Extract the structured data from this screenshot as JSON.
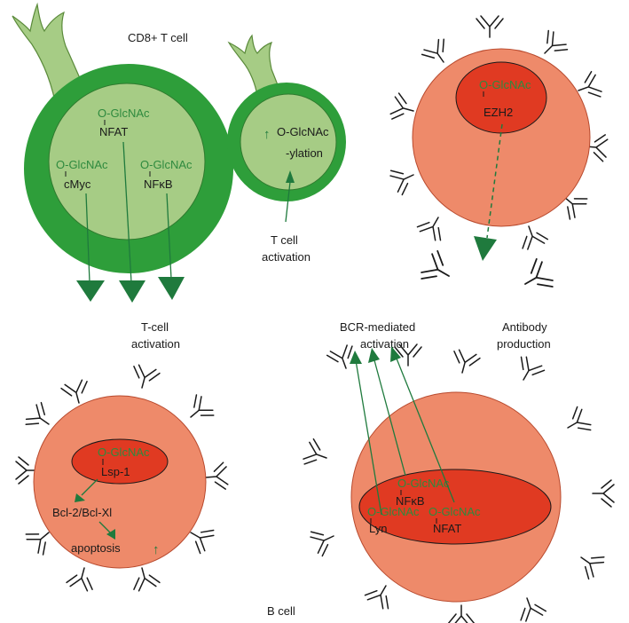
{
  "labels": {
    "cd8_title": "CD8+ T cell",
    "tcell_activation_line1": "T-cell",
    "tcell_activation_line2": "activation",
    "t_activation_line1": "T cell",
    "t_activation_line2": "activation",
    "bcr_line1": "BCR-mediated",
    "bcr_line2": "activation",
    "antibody_line1": "Antibody",
    "antibody_line2": "production",
    "bcell_title": "B cell"
  },
  "cd8_cell": {
    "glcnac_nfat": "O-GlcNAc",
    "nfat": "NFAT",
    "glcnac_cmyc": "O-GlcNAc",
    "cmyc": "cMyc",
    "glcnac_nfkb": "O-GlcNAc",
    "nfkb": "NFκB"
  },
  "small_tcell": {
    "up_arrow": "↑",
    "line1": "O-GlcNAc",
    "line2": "-ylation"
  },
  "ezh2_cell": {
    "glcnac": "O-GlcNAc",
    "ezh2": "EZH2"
  },
  "lsp_cell": {
    "glcnac": "O-GlcNAc",
    "lsp1": "Lsp-1",
    "bcl": "Bcl-2/Bcl-Xl",
    "apoptosis": "apoptosis",
    "up_arrow": "↑"
  },
  "bcr_cell": {
    "glcnac_nfkb": "O-GlcNAc",
    "nfkb": "NFκB",
    "glcnac_lyn": "O-GlcNAc",
    "lyn": "Lyn",
    "glcnac_nfat": "O-GlcNAc",
    "nfat": "NFAT"
  },
  "colors": {
    "dark_green": "#2e9e3a",
    "light_green": "#a6cc85",
    "cell_orange": "#ee8a6a",
    "nucleus_red": "#e03a22",
    "arrow_green": "#1f7a3d"
  },
  "icons": [
    "antibody-icon",
    "dendritic-process-icon"
  ]
}
